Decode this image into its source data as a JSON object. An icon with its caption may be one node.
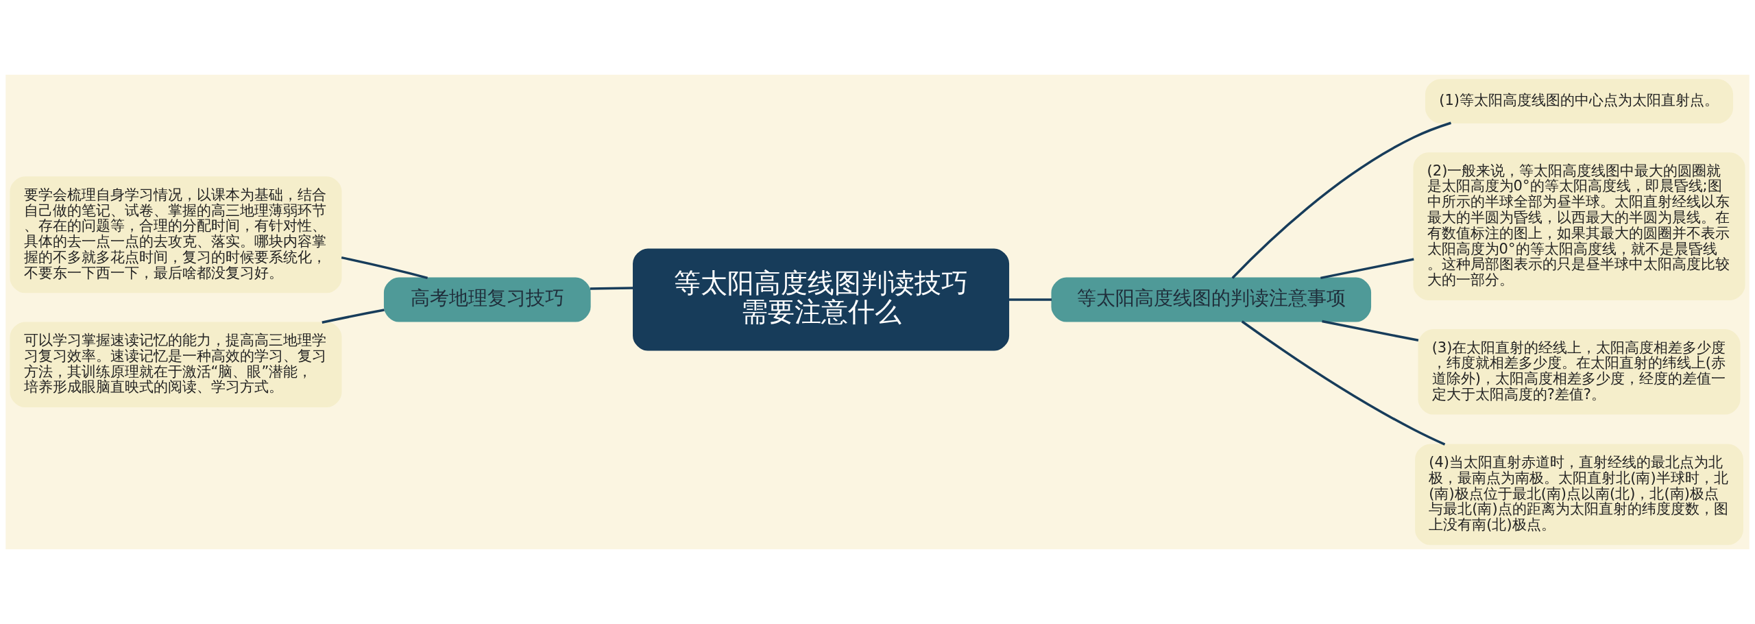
{
  "diagram": {
    "nodes": [
      {
        "text": [
          "等太阳高度线图判读技巧需要注意什么"
        ]
      },
      {
        "text": [
          "高考地理复习技巧"
        ]
      },
      {
        "text": [
          "要学会梳理自身学习情况，以课本为基础，结合自己做的笔记、试卷、掌握的高三地理薄弱环节、存在的问题等，合理的分配时间，有针对性、具体的去一点一点的去攻克、落实。哪块内容掌握的不多就多花点时间，复习的时候要系统化，不要东一下西一下，最后啥都没复习好。"
        ]
      },
      {
        "text": [
          "可以学习掌握速读记忆的能力，提高高三地理学习复习效率。速读记忆是一种高效的学习、复习方法，其训练原理就在于激活“脑、眼”潜能，培养形成眼脑直映式的阅读、学习方式。"
        ]
      },
      {
        "text": [
          "等太阳高度线图的判读注意事项"
        ]
      },
      {
        "text": [
          "(1)等太阳高度线图的中心点为太阳直射点。"
        ]
      },
      {
        "text": [
          "(2)一般来说，等太阳高度线图中最大的圆圈就是太阳高度为0°的等太阳高度线，即晨昏线;图中所示的半球全部为昼半球。太阳直射经线以东最大的半圆为昏线，以西最大的半圆为晨线。在有数值标注的图上，如果其最大的圆圈并不表示太阳高度为0°的等太阳高度线，就不是晨昏线。这种局部图表示的只是昼半球中太阳高度比较大的一部分。"
        ]
      },
      {
        "text": [
          "(3)在太阳直射的经线上，太阳高度相差多少度，纬度就相差多少度。在太阳直射的纬线上(赤道除外)，太阳高度相差多少度，经度的差值一定大于太阳高度的?差值?。"
        ]
      },
      {
        "text": [
          "(4)当太阳直射赤道时，直射经线的最北点为北极，最南点为南极。太阳直射北(南)半球时，北(南)极点位于最北(南)点以南(北)，北(南)极点与最北(南)点的距离为太阳直射的纬度度数，图上没有南(北)极点。"
        ]
      }
    ],
    "edges": [
      {
        "from": 0,
        "to": 1,
        "arrow": "none"
      },
      {
        "from": 1,
        "to": 2,
        "arrow": "none"
      },
      {
        "from": 1,
        "to": 3,
        "arrow": "none"
      },
      {
        "from": 0,
        "to": 4,
        "arrow": "none"
      },
      {
        "from": 4,
        "to": 5,
        "arrow": "none"
      },
      {
        "from": 4,
        "to": 6,
        "arrow": "none"
      },
      {
        "from": 4,
        "to": 7,
        "arrow": "none"
      },
      {
        "from": 4,
        "to": 8,
        "arrow": "none"
      }
    ]
  }
}
